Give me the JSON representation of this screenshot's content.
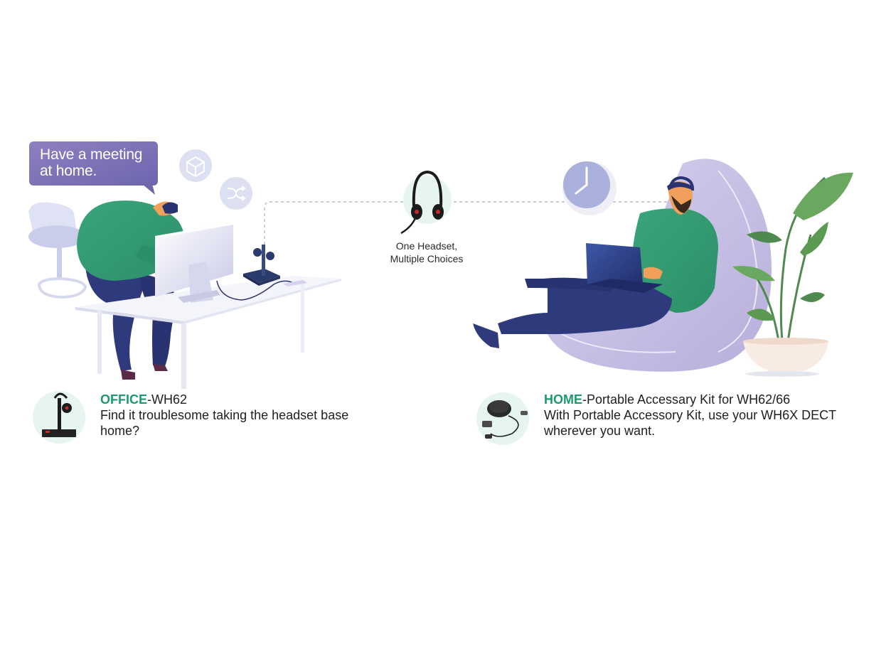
{
  "speech_bubble": {
    "text": "Have a meeting at home."
  },
  "center": {
    "label_line1": "One Headset,",
    "label_line2": "Multiple Choices"
  },
  "office": {
    "tag": "OFFICE",
    "model": "-WH62",
    "description": "Find it troublesome taking the headset base home?"
  },
  "home": {
    "tag": "HOME",
    "model": "-Portable Accessary Kit for WH62/66",
    "description": "With Portable Accessory Kit, use your WH6X DECT wherever you want."
  },
  "colors": {
    "accent_green": "#1c9a6c",
    "bubble_purple": "#7d6fb4",
    "shirt_green": "#3aa47a",
    "pants_navy": "#2f3a7c",
    "beanbag_lavender": "#cfc7e6",
    "icon_circle_lilac": "#d8dcef",
    "mint_circle": "#e6f6ef"
  },
  "icons": [
    "cube-icon",
    "shuffle-icon",
    "clock-icon",
    "headset-icon",
    "headset-base-icon",
    "accessory-kit-icon"
  ]
}
